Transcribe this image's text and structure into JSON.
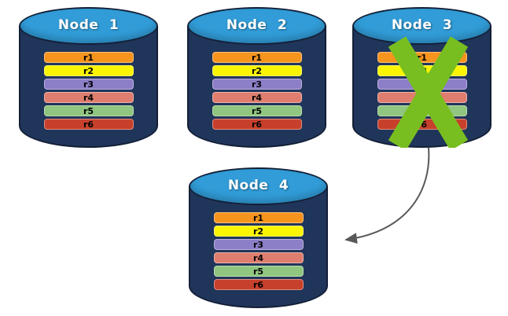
{
  "diagram": {
    "nodes": [
      {
        "label": "Node 1",
        "failed": false,
        "replicas": [
          "r1",
          "r2",
          "r3",
          "r4",
          "r5",
          "r6"
        ]
      },
      {
        "label": "Node 2",
        "failed": false,
        "replicas": [
          "r1",
          "r2",
          "r3",
          "r4",
          "r5",
          "r6"
        ]
      },
      {
        "label": "Node 3",
        "failed": true,
        "replicas": [
          "r1",
          "r2",
          "r3",
          "r4",
          "r5",
          "r6"
        ]
      },
      {
        "label": "Node 4",
        "failed": false,
        "replicas": [
          "r1",
          "r2",
          "r3",
          "r4",
          "r5",
          "r6"
        ]
      }
    ],
    "replica_colors": {
      "r1": "#F7941E",
      "r2": "#FBF502",
      "r3": "#8D7EC8",
      "r4": "#DF7E6E",
      "r5": "#90C67F",
      "r6": "#C7402B"
    },
    "colors": {
      "cylinder_body": "#20355A",
      "cylinder_top": "#319CD7",
      "cylinder_outline": "#131F36",
      "failure_x": "#79BE20",
      "arrow": "#595959",
      "replica_text": "#000000",
      "node_label_text": "#FFFFFF",
      "background": "#FFFFFF"
    },
    "arrow": {
      "from": "Node 3",
      "to": "Node 4"
    }
  }
}
